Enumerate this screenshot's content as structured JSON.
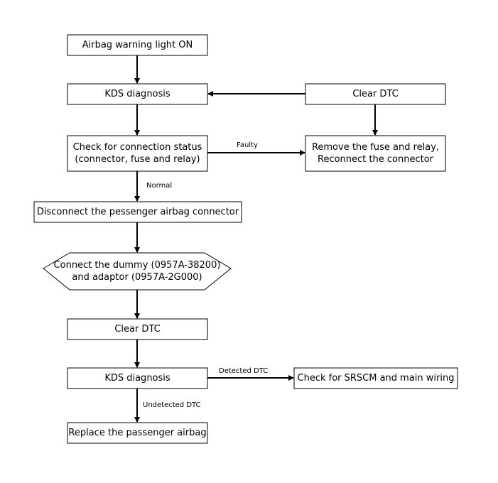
{
  "flowchart": {
    "nodes": {
      "start": {
        "lines": [
          "Airbag warning light ON"
        ]
      },
      "kds1": {
        "lines": [
          "KDS diagnosis"
        ]
      },
      "clear_dtc_right": {
        "lines": [
          "Clear DTC"
        ]
      },
      "check_connection": {
        "lines": [
          "Check for connection status",
          "(connector, fuse and relay)"
        ]
      },
      "remove_fuse": {
        "lines": [
          "Remove the fuse and relay,",
          "Reconnect the connector"
        ]
      },
      "disconnect": {
        "lines": [
          "Disconnect the pessenger airbag connector"
        ]
      },
      "connect_dummy": {
        "lines": [
          "Connect the dummy (0957A-38200)",
          "and adaptor (0957A-2G000)"
        ]
      },
      "clear_dtc": {
        "lines": [
          "Clear DTC"
        ]
      },
      "kds2": {
        "lines": [
          "KDS diagnosis"
        ]
      },
      "check_srscm": {
        "lines": [
          "Check for SRSCM and main wiring"
        ]
      },
      "replace": {
        "lines": [
          "Replace the passenger airbag"
        ]
      }
    },
    "edge_labels": {
      "faulty": "Faulty",
      "normal": "Normal",
      "detected_dtc": "Detected DTC",
      "undetected_dtc": "Undetected DTC"
    }
  }
}
